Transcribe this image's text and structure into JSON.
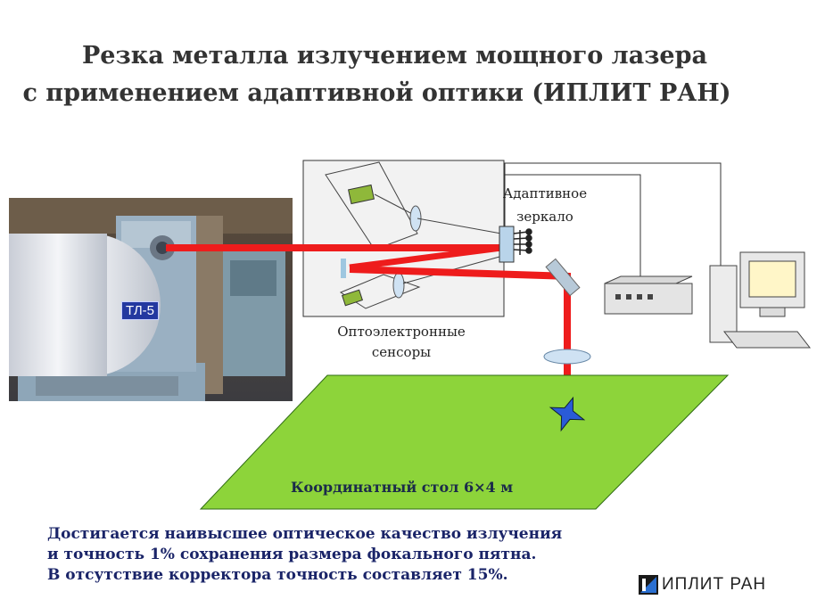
{
  "title": {
    "line1": "Резка металла излучением мощного лазера",
    "line2": "с применением адаптивной оптики  (ИПЛИТ РАН)"
  },
  "labels": {
    "laser": "ТЛ-5",
    "mirror_line1": "Адаптивное",
    "mirror_line2": "зеркало",
    "sensors_line1": "Оптоэлектронные",
    "sensors_line2": "сенсоры",
    "table": "Координатный стол 6×4 м"
  },
  "footer": {
    "line1": "Достигается наивысшее оптическое качество излучения",
    "line2": "и точность 1% сохранения размера фокального пятна.",
    "line3": "В отсутствие корректора точность составляет 15%."
  },
  "logo": {
    "text": "ИПЛИТ РАН"
  },
  "colors": {
    "beam": "#ee1c1c",
    "table": "#8dd43a",
    "title": "#333333",
    "footer": "#1a2468"
  }
}
